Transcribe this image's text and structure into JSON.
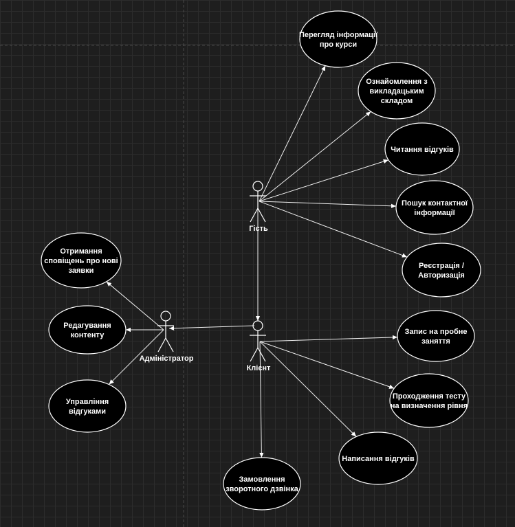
{
  "diagram": {
    "actors": [
      {
        "id": "guest",
        "label": "Гість"
      },
      {
        "id": "client",
        "label": "Клієнт"
      },
      {
        "id": "admin",
        "label": "Адміністратор"
      }
    ],
    "use_cases": [
      {
        "id": "uc-view-courses",
        "lines": [
          "Перегляд інформації",
          "про курси"
        ]
      },
      {
        "id": "uc-teachers",
        "lines": [
          "Ознайомлення з",
          "викладацьким",
          "складом"
        ]
      },
      {
        "id": "uc-read-reviews",
        "lines": [
          "Читання відгуків"
        ]
      },
      {
        "id": "uc-contacts",
        "lines": [
          "Пошук контактної",
          "інформації"
        ]
      },
      {
        "id": "uc-register",
        "lines": [
          "Реєстрація /",
          "Авторизація"
        ]
      },
      {
        "id": "uc-trial",
        "lines": [
          "Запис на пробне",
          "заняття"
        ]
      },
      {
        "id": "uc-level-test",
        "lines": [
          "Проходження тесту",
          "на визначення рівня"
        ]
      },
      {
        "id": "uc-write-reviews",
        "lines": [
          "Написання відгуків"
        ]
      },
      {
        "id": "uc-callback",
        "lines": [
          "Замовлення",
          "зворотного дзвінка"
        ]
      },
      {
        "id": "uc-notifications",
        "lines": [
          "Отримання",
          "сповіщень про нові",
          "заявки"
        ]
      },
      {
        "id": "uc-edit-content",
        "lines": [
          "Редагування",
          "контенту"
        ]
      },
      {
        "id": "uc-manage-reviews",
        "lines": [
          "Управління",
          "відгуками"
        ]
      }
    ],
    "links": [
      {
        "from": "guest",
        "to": "uc-view-courses"
      },
      {
        "from": "guest",
        "to": "uc-teachers"
      },
      {
        "from": "guest",
        "to": "uc-read-reviews"
      },
      {
        "from": "guest",
        "to": "uc-contacts"
      },
      {
        "from": "guest",
        "to": "uc-register"
      },
      {
        "from": "guest",
        "to": "client"
      },
      {
        "from": "client",
        "to": "admin"
      },
      {
        "from": "client",
        "to": "uc-trial"
      },
      {
        "from": "client",
        "to": "uc-level-test"
      },
      {
        "from": "client",
        "to": "uc-write-reviews"
      },
      {
        "from": "client",
        "to": "uc-callback"
      },
      {
        "from": "admin",
        "to": "uc-notifications"
      },
      {
        "from": "admin",
        "to": "uc-edit-content"
      },
      {
        "from": "admin",
        "to": "uc-manage-reviews"
      }
    ]
  }
}
